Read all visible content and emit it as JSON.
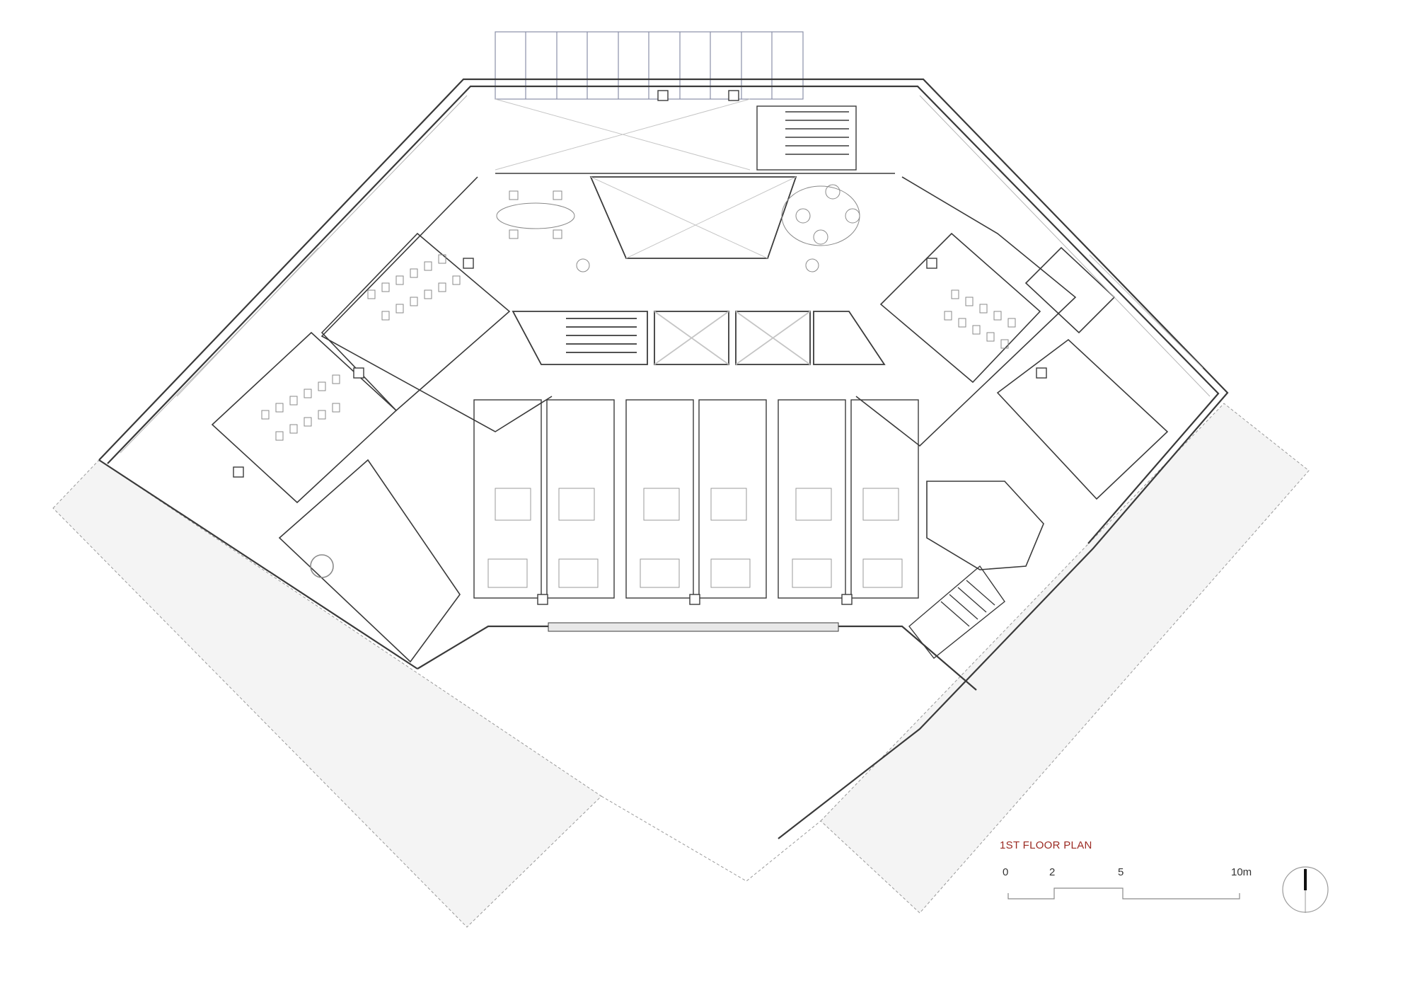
{
  "drawing": {
    "title": "1ST FLOOR PLAN",
    "title_color": "#9b2a22",
    "line_color": "#3a3a3a",
    "light_line_color": "#b0b0b0",
    "site_fill": "#f3f3f3"
  },
  "scale_bar": {
    "labels": [
      "0",
      "2",
      "5",
      "10m"
    ]
  },
  "north_arrow": {
    "icon": "north-arrow-icon"
  }
}
